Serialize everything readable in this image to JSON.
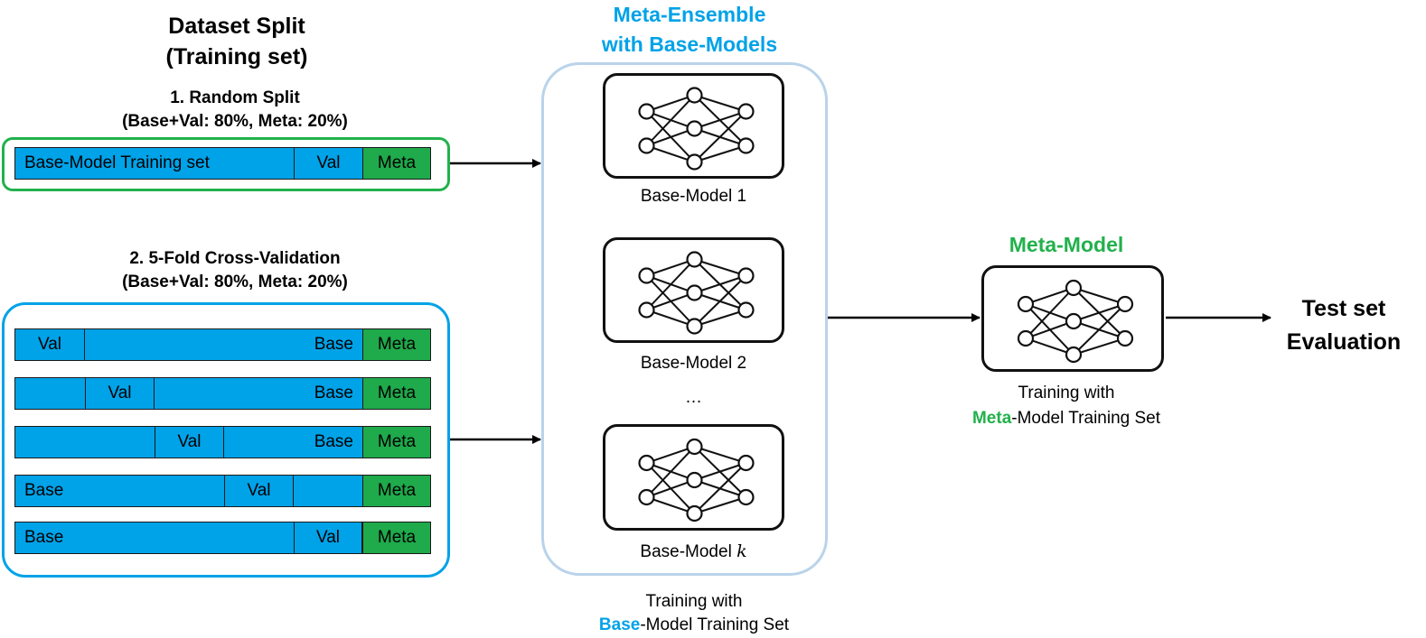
{
  "split": {
    "title_line1": "Dataset Split",
    "title_line2": "(Training set)"
  },
  "random_split": {
    "title": "1. Random Split",
    "subtitle": "(Base+Val: 80%, Meta: 20%)",
    "bar": {
      "train_label": "Base-Model Training set",
      "val_label": "Val",
      "meta_label": "Meta"
    },
    "border_color": "#22b14c"
  },
  "cv": {
    "title": "2. 5-Fold Cross-Validation",
    "subtitle": "(Base+Val: 80%, Meta: 20%)",
    "border_color": "#00a2e8",
    "rows": [
      {
        "val_label": "Val",
        "base_label": "Base",
        "meta_label": "Meta"
      },
      {
        "val_label": "Val",
        "base_label": "Base",
        "meta_label": "Meta"
      },
      {
        "val_label": "Val",
        "base_label": "Base",
        "meta_label": "Meta"
      },
      {
        "val_label": "Val",
        "base_label": "Base",
        "meta_label": "Meta"
      },
      {
        "val_label": "Val",
        "base_label": "Base",
        "meta_label": "Meta"
      }
    ]
  },
  "ensemble": {
    "title_line1": "Meta-Ensemble",
    "title_line2": "with Base-Models",
    "model_labels": [
      "Base-Model 1",
      "Base-Model 2",
      "Base-Model "
    ],
    "model_k_symbol": "k",
    "ellipsis": "…",
    "caption_line1": "Training with",
    "caption_highlight": "Base",
    "caption_rest": "-Model Training Set",
    "title_color": "#00a2e8",
    "border_color": "#b9d3ea"
  },
  "meta_model": {
    "title": "Meta-Model",
    "caption_line1": "Training with",
    "caption_highlight": "Meta",
    "caption_rest": "-Model Training Set",
    "title_color": "#22b14c"
  },
  "evaluation": {
    "line1": "Test set",
    "line2": "Evaluation"
  },
  "colors": {
    "base_fill": "#00a2e8",
    "meta_fill": "#1faa4b",
    "green_accent": "#22b14c",
    "blue_accent": "#00a2e8"
  },
  "icons": [
    "neural-network-icon",
    "arrow-right-icon"
  ]
}
